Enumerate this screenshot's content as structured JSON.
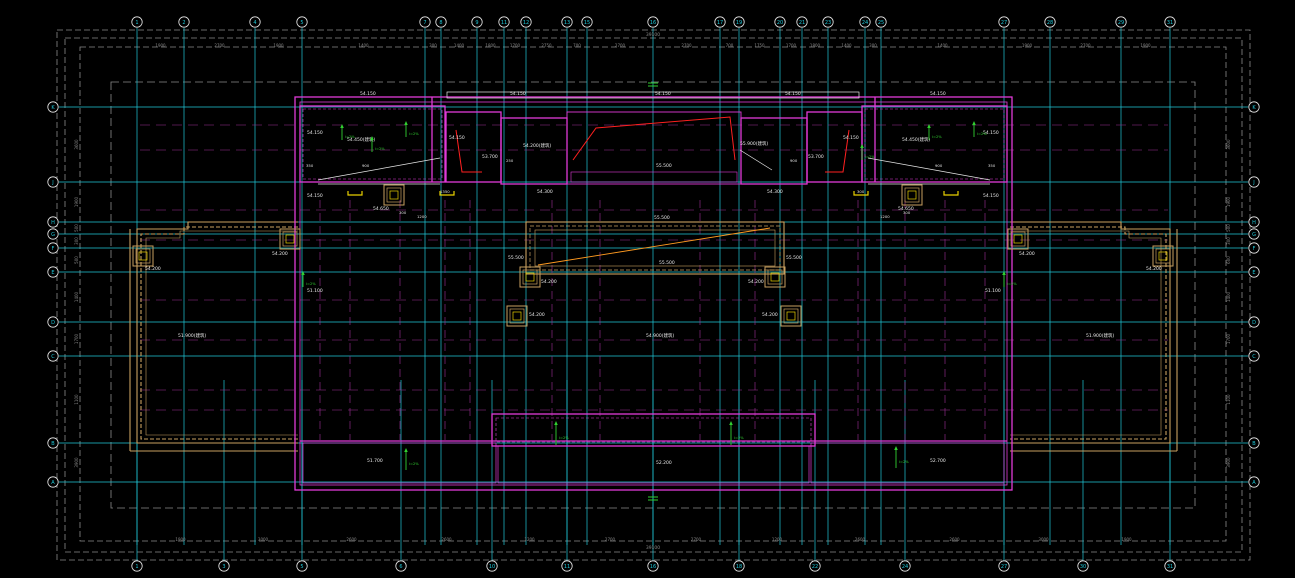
{
  "drawing": {
    "colors": {
      "background": "#000000",
      "axis": "#20c8d8",
      "dimension": "#8a8a8a",
      "wall": "#e03ad8",
      "structure": "#c8a060",
      "annotation": "#30d030",
      "text": "#e8e8e8",
      "slope": "#ff2020",
      "marker": "#e8d000"
    },
    "axis_top_labels": [
      "1",
      "2",
      "4",
      "5",
      "7",
      "8",
      "9",
      "11",
      "12",
      "13",
      "15",
      "16",
      "17",
      "19",
      "20",
      "21",
      "23",
      "24",
      "25",
      "27",
      "28",
      "29",
      "31"
    ],
    "axis_bottom_labels": [
      "1",
      "3",
      "5",
      "6",
      "10",
      "11",
      "16",
      "18",
      "22",
      "24",
      "27",
      "30",
      "31"
    ],
    "axis_row_labels": [
      "K",
      "J",
      "H",
      "G",
      "F",
      "E",
      "D",
      "C",
      "B",
      "A"
    ],
    "dims": {
      "top_total": "39100",
      "bottom_total": "39100",
      "top_segments": [
        "1900",
        "2700",
        "1900",
        "1400",
        "300",
        "1400",
        "1800",
        "1700",
        "2750",
        "700",
        "2700",
        "2700",
        "700",
        "1750",
        "1700",
        "1800",
        "1400",
        "300",
        "1400",
        "1900",
        "2700",
        "1900"
      ],
      "bottom_segments": [
        "1900",
        "3000",
        "2600",
        "2600",
        "1200",
        "2700",
        "2700",
        "1200",
        "2600",
        "2600",
        "3000",
        "1900"
      ],
      "left_segments": [
        "3600",
        "1900",
        "500",
        "300",
        "500",
        "1400",
        "1700",
        "1100",
        "3900",
        "1100"
      ],
      "right_segments": [
        "3600",
        "1900",
        "500",
        "300",
        "600",
        "1400",
        "1700",
        "1100",
        "3900",
        "1100"
      ]
    },
    "levels": {
      "top_wall": [
        "54.150",
        "54.150",
        "54.150",
        "54.150",
        "54.150"
      ],
      "room_left": "54.150",
      "room_left_ext": "54.450(建筑)",
      "room_right": "54.150",
      "room_right_ext": "54.450(建筑)",
      "core_left": "54.150",
      "core_left_ext": "54.200(建筑)",
      "core_right": "54.150",
      "core_right_ext": "55.900(建筑)",
      "shaft_left": "53.700",
      "shaft_right": "53.700",
      "corridor": "55.500",
      "side_left": "54.150",
      "side_right": "54.150",
      "col_small": [
        "54.650",
        "54.650",
        "54.300",
        "54.300"
      ],
      "beam_top": "55.500",
      "beam_mid": "55.500",
      "beam_left": "55.500",
      "beam_right": "55.500",
      "col_mid_left": "54.200",
      "col_mid_right": "54.200",
      "col_left_b": "54.200",
      "col_right_b": "54.200",
      "wing_left_col": "54.200",
      "wing_right_col": "54.200",
      "wing_left_a": "54.200",
      "wing_right_a": "54.200",
      "wing_left_b": "51.100",
      "wing_right_b": "51.100",
      "roof_left": "51.900(建筑)",
      "roof_main": "54.900(建筑)",
      "roof_right": "51.900(建筑)",
      "bottom_left": "51.700",
      "bottom_mid": "52.200",
      "bottom_right": "52.700",
      "small_dims": [
        "350",
        "900",
        "300",
        "1200",
        "1350",
        "250",
        "900",
        "350",
        "300",
        "1200",
        "300",
        "900"
      ]
    },
    "slope_labels": [
      "i=2%",
      "i=2%",
      "i=2%",
      "i=2%",
      "i=2%",
      "i=2%",
      "i=2%",
      "i=2%"
    ]
  }
}
